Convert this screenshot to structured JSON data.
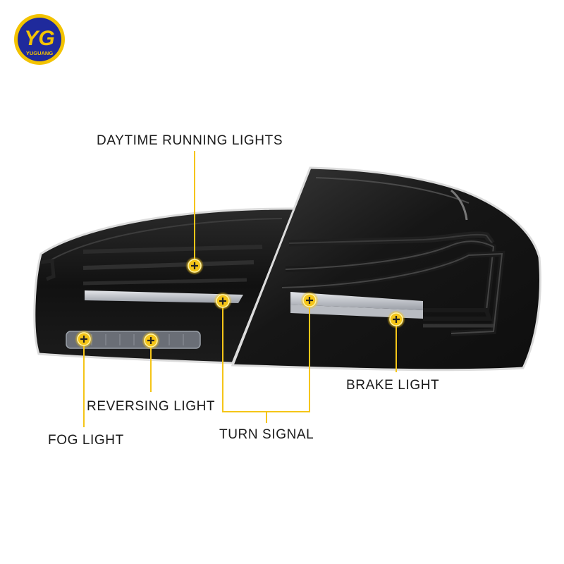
{
  "brand": {
    "logo_letters": "YG",
    "logo_text": "YUGUANG",
    "colors": {
      "ring": "#f3c300",
      "fill": "#1f2a9c",
      "letters": "#f3c300"
    }
  },
  "colors": {
    "callout": "#f5c518",
    "lamp_body": "#141414",
    "lamp_edge": "#d9d9d9",
    "lens_strip": "#c9ccd2"
  },
  "labels": {
    "daytime_running_lights": "DAYTIME RUNNING LIGHTS",
    "brake_light": "BRAKE LIGHT",
    "reversing_light": "REVERSING LIGHT",
    "turn_signal": "TURN SIGNAL",
    "fog_light": "FOG LIGHT"
  },
  "icons": {
    "marker": "plus-marker-icon"
  }
}
